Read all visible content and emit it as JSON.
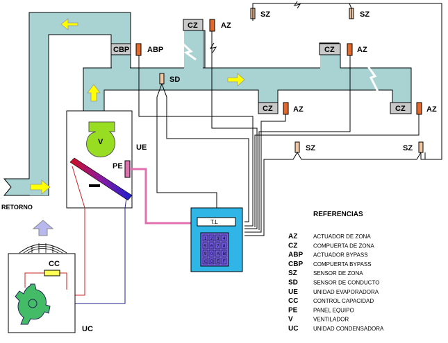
{
  "colors": {
    "duct": "#a9d3d3",
    "damper": "#c8c8c8",
    "actuator": "#e4682a",
    "sensor": "#f2c6a0",
    "arrow": "#ffff00",
    "panel": "#2fb6e6",
    "keypad": "#7a63e6",
    "fan": "#99dd22",
    "condenser": "#44bb66",
    "pe_link": "#e070b0"
  },
  "labels": {
    "az1": "AZ",
    "az2": "AZ",
    "az3": "AZ",
    "az4": "AZ",
    "cz1": "CZ",
    "cz2": "CZ",
    "cz3": "CZ",
    "cz4": "CZ",
    "cbp": "CBP",
    "abp": "ABP",
    "sd": "SD",
    "sz1": "SZ",
    "sz2": "SZ",
    "sz3": "SZ",
    "sz4": "SZ",
    "ue": "UE",
    "v": "V",
    "pe": "PE",
    "cc": "CC",
    "uc": "UC",
    "retorno": "RETORNO",
    "panel_display": "T.L"
  },
  "keypad": [
    "1",
    "2",
    "3",
    "4",
    "5",
    "6",
    "7",
    "8",
    "9",
    "0",
    "A",
    "B",
    "C",
    "D",
    "E",
    "F"
  ],
  "references": {
    "title": "REFERENCIAS",
    "items": [
      {
        "code": "AZ",
        "desc": "ACTUADOR DE ZONA"
      },
      {
        "code": "CZ",
        "desc": "COMPUERTA DE ZONA"
      },
      {
        "code": "ABP",
        "desc": "ACTUADOR BYPASS"
      },
      {
        "code": "CBP",
        "desc": "COMPUERTA BYPASS"
      },
      {
        "code": "SZ",
        "desc": "SENSOR DE ZONA"
      },
      {
        "code": "SD",
        "desc": "SENSOR DE CONDUCTO"
      },
      {
        "code": "UE",
        "desc": "UNIDAD EVAPORADORA"
      },
      {
        "code": "CC",
        "desc": "CONTROL CAPACIDAD"
      },
      {
        "code": "PE",
        "desc": "PANEL EQUIPO"
      },
      {
        "code": "V",
        "desc": "VENTILADOR"
      },
      {
        "code": "UC",
        "desc": "UNIDAD CONDENSADORA"
      }
    ]
  }
}
